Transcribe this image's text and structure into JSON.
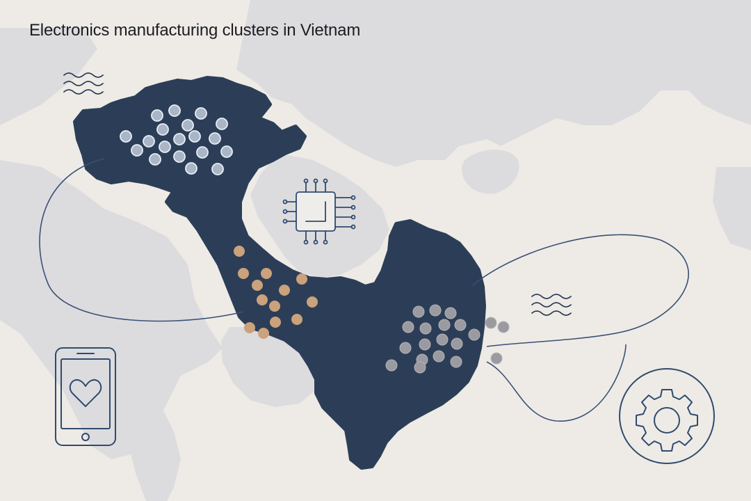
{
  "title": "Electronics manufacturing clusters in Vietnam",
  "colors": {
    "background": "#eeebe6",
    "neighbor_land": "#dcdcdf",
    "vietnam_fill": "#2c3e57",
    "line": "#3a4f75",
    "north_cluster": "#a9b6c8",
    "central_cluster": "#cba27c",
    "south_cluster": "#9a9aa0"
  },
  "clusters": [
    {
      "region": "north",
      "style": "outlined-light-blue"
    },
    {
      "region": "central",
      "style": "tan"
    },
    {
      "region": "south",
      "style": "grey"
    }
  ],
  "icons": [
    "waves-icon",
    "waves-icon",
    "microchip-icon",
    "smartphone-heart-icon",
    "gear-icon"
  ]
}
